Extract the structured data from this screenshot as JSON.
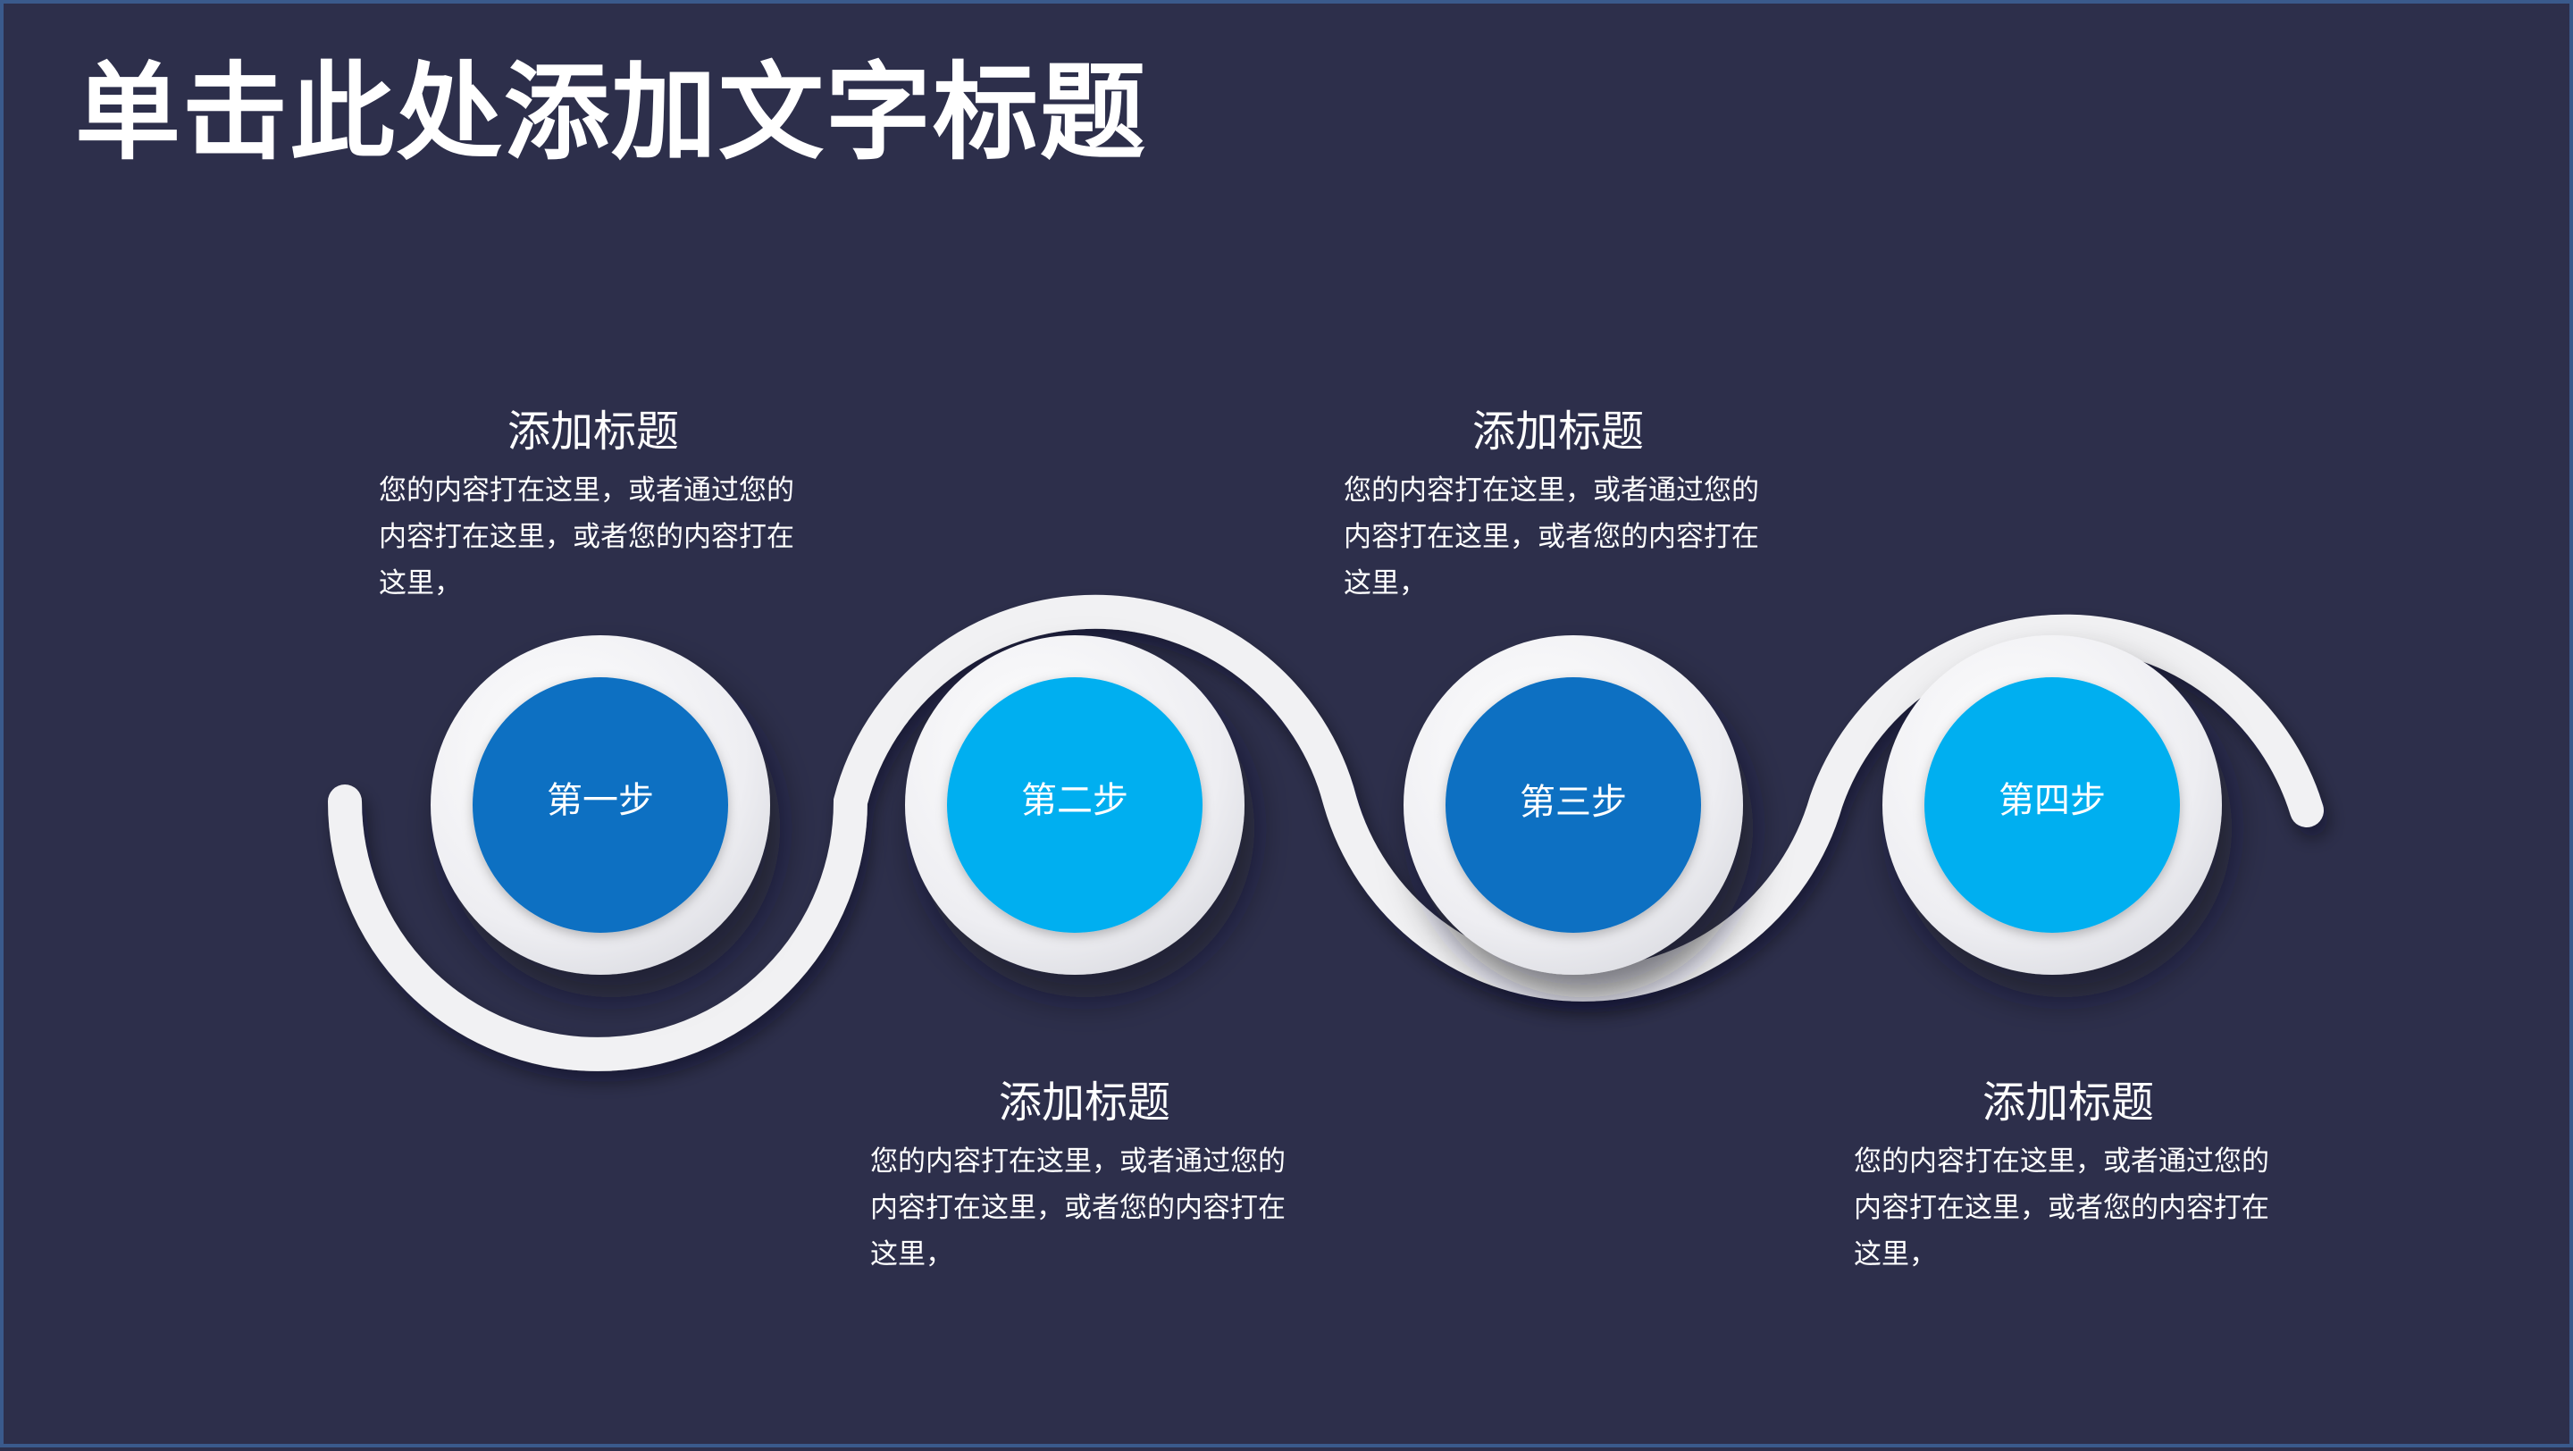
{
  "slide": {
    "title": "单击此处添加文字标题"
  },
  "colors": {
    "background": "#2d2f4b",
    "path": "#f1f1f3",
    "dark_blue": "#0a6fc2",
    "light_blue": "#06aff0",
    "text": "#ffffff"
  },
  "steps": [
    {
      "label": "第一步",
      "color": "dark_blue"
    },
    {
      "label": "第二步",
      "color": "light_blue"
    },
    {
      "label": "第三步",
      "color": "dark_blue"
    },
    {
      "label": "第四步",
      "color": "light_blue"
    }
  ],
  "blocks": [
    {
      "heading": "添加标题",
      "body": "您的内容打在这里，或者通过您的内容打在这里，或者您的内容打在这里，"
    },
    {
      "heading": "添加标题",
      "body": "您的内容打在这里，或者通过您的内容打在这里，或者您的内容打在这里，"
    },
    {
      "heading": "添加标题",
      "body": "您的内容打在这里，或者通过您的内容打在这里，或者您的内容打在这里，"
    },
    {
      "heading": "添加标题",
      "body": "您的内容打在这里，或者通过您的内容打在这里，或者您的内容打在这里，"
    }
  ]
}
